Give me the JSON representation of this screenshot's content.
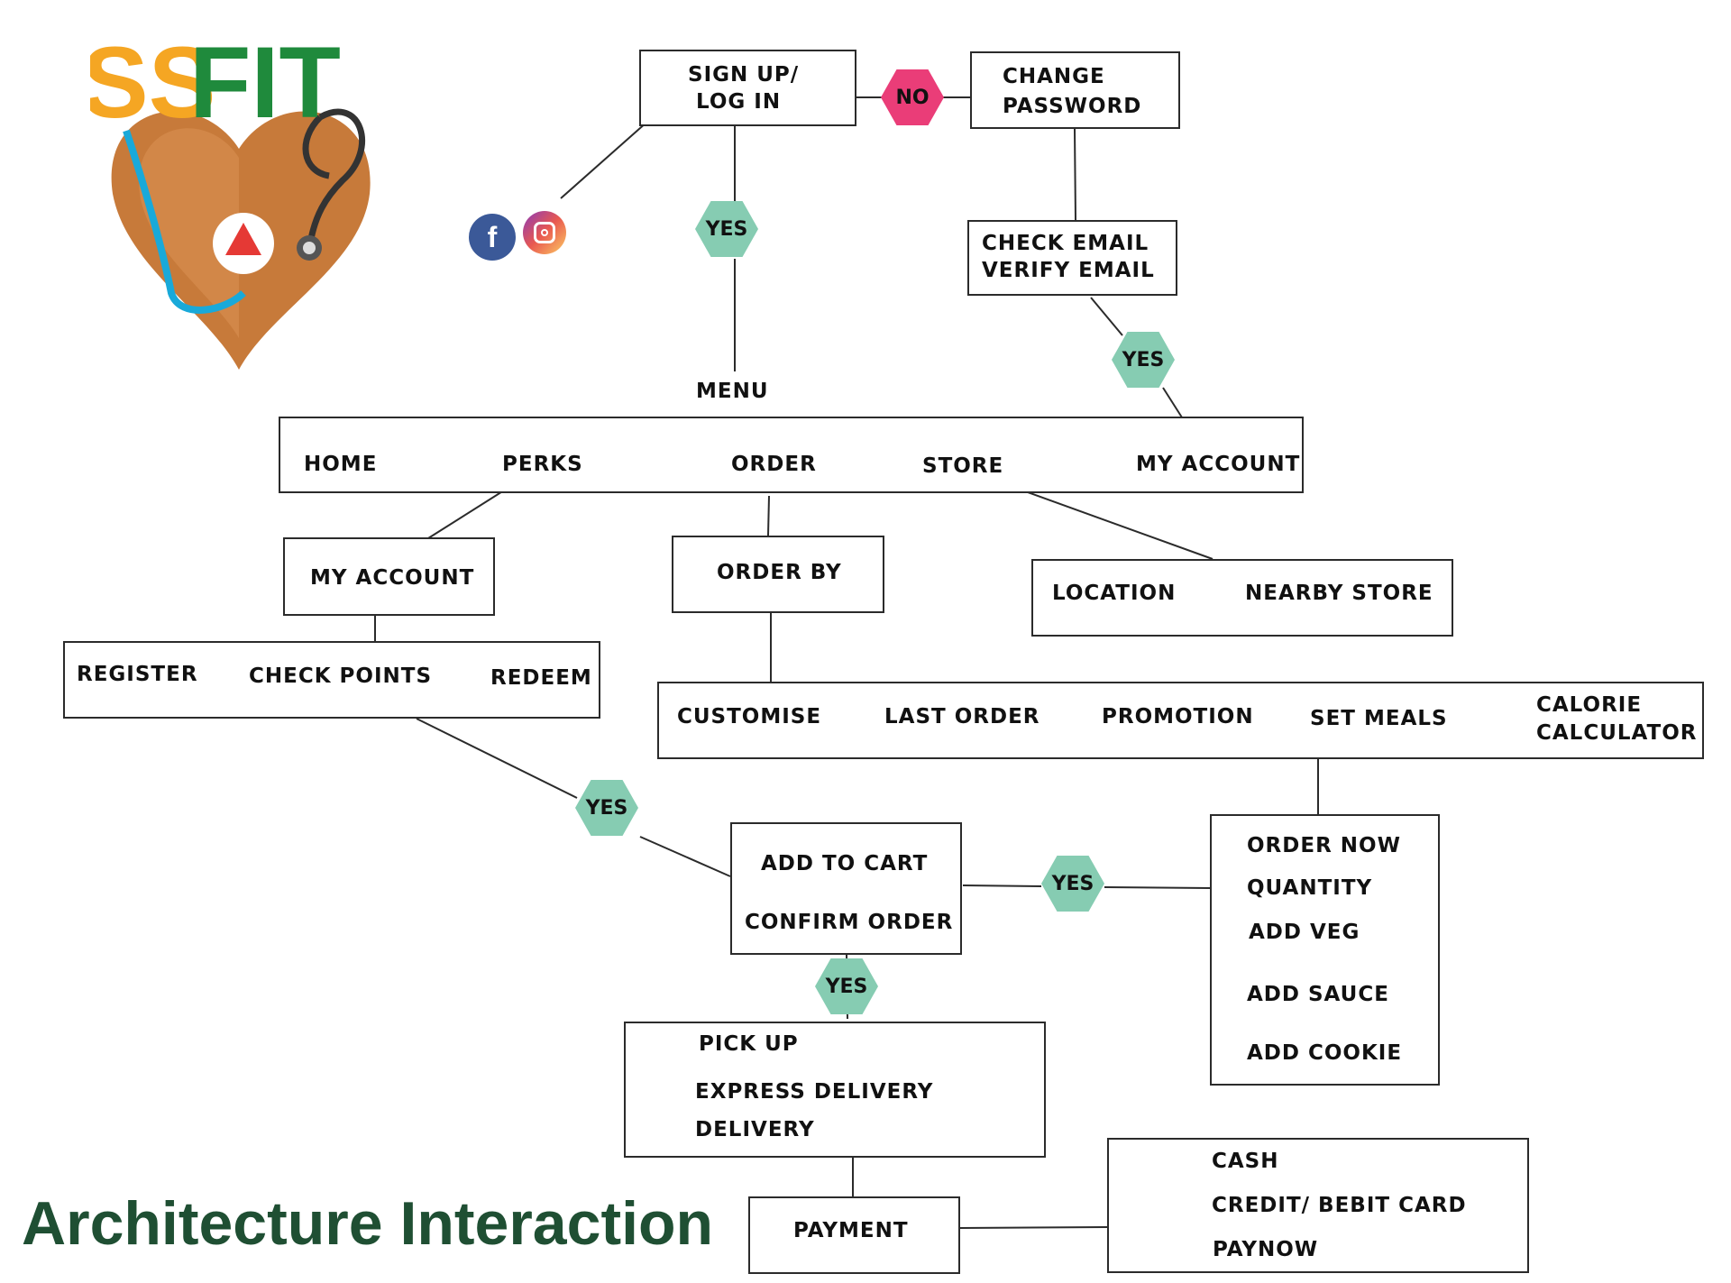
{
  "logo": {
    "text_left": "SS",
    "text_right": "FIT"
  },
  "title": "Architecture Interaction",
  "colors": {
    "yes": "#86ccb2",
    "no": "#ea3d78",
    "title": "#1f4f33",
    "logo_green": "#1f8a3c",
    "logo_orange": "#f5a623"
  },
  "icons": {
    "facebook": "facebook-icon",
    "instagram": "instagram-icon"
  },
  "nodes": {
    "signup": [
      "SIGN UP/",
      "LOG IN"
    ],
    "change_password": [
      "CHANGE",
      "PASSWORD"
    ],
    "check_email": [
      "CHECK EMAIL",
      "VERIFY EMAIL"
    ],
    "menu": "MENU",
    "nav": [
      "HOME",
      "PERKS",
      "ORDER",
      "STORE",
      "MY ACCOUNT"
    ],
    "my_account": "MY ACCOUNT",
    "order_by": "ORDER BY",
    "location": "LOCATION",
    "nearby_store": "NEARBY STORE",
    "perks_options": [
      "REGISTER",
      "CHECK POINTS",
      "REDEEM"
    ],
    "order_options": [
      "CUSTOMISE",
      "LAST ORDER",
      "PROMOTION",
      "SET MEALS"
    ],
    "calorie": [
      "CALORIE",
      "CALCULATOR"
    ],
    "cart": [
      "ADD TO CART",
      "CONFIRM ORDER"
    ],
    "order_now": [
      "ORDER NOW",
      "QUANTITY",
      "ADD VEG",
      "ADD SAUCE",
      "ADD COOKIE"
    ],
    "delivery": [
      "PICK UP",
      "EXPRESS DELIVERY",
      "DELIVERY"
    ],
    "payment": "PAYMENT",
    "payment_methods": [
      "CASH",
      "CREDIT/ BEBIT CARD",
      "PAYNOW"
    ]
  },
  "labels": {
    "yes": "YES",
    "no": "NO"
  }
}
